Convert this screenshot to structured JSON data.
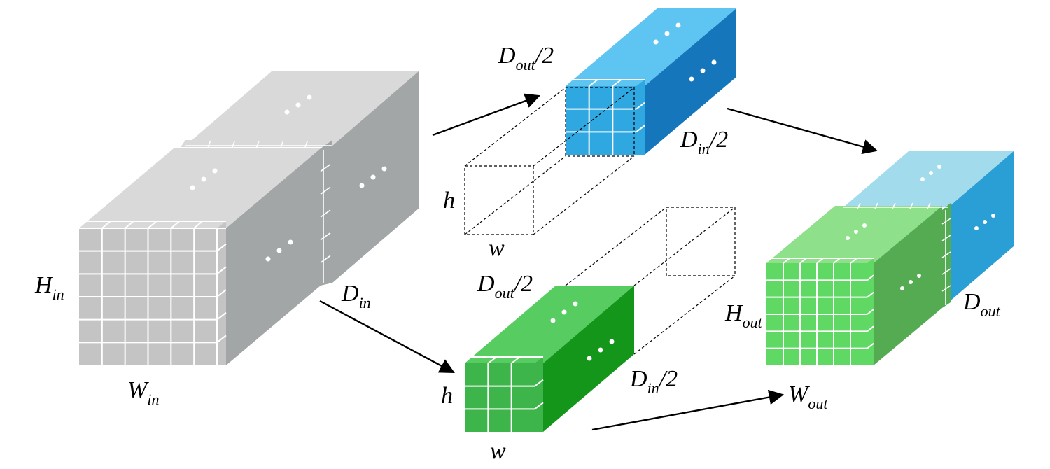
{
  "labels": {
    "h_in": {
      "main": "H",
      "sub": "in"
    },
    "w_in": {
      "main": "W",
      "sub": "in"
    },
    "d_in": {
      "main": "D",
      "sub": "in"
    },
    "d_out_half_top": {
      "main": "D",
      "sub": "out",
      "suffix": "/2"
    },
    "d_in_half_top": {
      "main": "D",
      "sub": "in",
      "suffix": "/2"
    },
    "h_top": "h",
    "w_top": "w",
    "d_out_half_bottom": {
      "main": "D",
      "sub": "out",
      "suffix": "/2"
    },
    "d_in_half_bottom": {
      "main": "D",
      "sub": "in",
      "suffix": "/2"
    },
    "h_bottom": "h",
    "w_bottom": "w",
    "h_out": {
      "main": "H",
      "sub": "out"
    },
    "w_out": {
      "main": "W",
      "sub": "out"
    },
    "d_out": {
      "main": "D",
      "sub": "out"
    }
  },
  "colors": {
    "input_front": "#c4c4c4",
    "input_top": "#d9d9d9",
    "input_side": "#a2a6a7",
    "blue_front": "#2fa7e0",
    "blue_top": "#5ec4f2",
    "blue_side": "#1576bb",
    "green_front": "#3db54a",
    "green_top": "#57cc60",
    "green_side": "#14961b",
    "out_front": "#5fd864",
    "out_top_green": "#8ee08a",
    "out_top_blue": "#a2dbec",
    "out_side_green": "#54ab52",
    "out_side_blue": "#2a9fd5"
  }
}
